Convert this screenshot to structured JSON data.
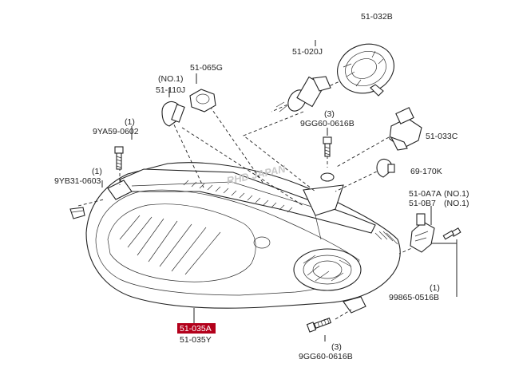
{
  "labels": {
    "bulb_side_qty": "(NO.1)",
    "bulb_side_part": "51-110J",
    "socket_side_part": "51-065G",
    "bolt_top_qty": "(1)",
    "bolt_top_part": "9YA59-0602",
    "clip_left_qty": "(1)",
    "clip_left_part": "9YB31-0603",
    "main_bulb_part": "51-020J",
    "cap_part": "51-032B",
    "bolt_center_qty": "(3)",
    "bolt_center_part": "9GG60-0616B",
    "socket_right_part": "51-033C",
    "bulb_right_part": "69-170K",
    "adjuster_part_a": "51-0A7A",
    "adjuster_part_a_qty": "(NO.1)",
    "adjuster_part_b": "51-0B7",
    "adjuster_part_b_qty": "(NO.1)",
    "screw_right_qty": "(1)",
    "screw_right_part": "99865-0516B",
    "headlamp_part_highlight": "51-035A",
    "headlamp_part_alt": "51-035Y",
    "bolt_bottom_qty": "(3)",
    "bolt_bottom_part": "9GG60-0616B",
    "watermark": "RHD JAPAN"
  },
  "colors": {
    "highlight_bg": "#b3001b",
    "highlight_text": "#ffffff",
    "line": "#222222",
    "watermark": "#c9c9c9"
  }
}
